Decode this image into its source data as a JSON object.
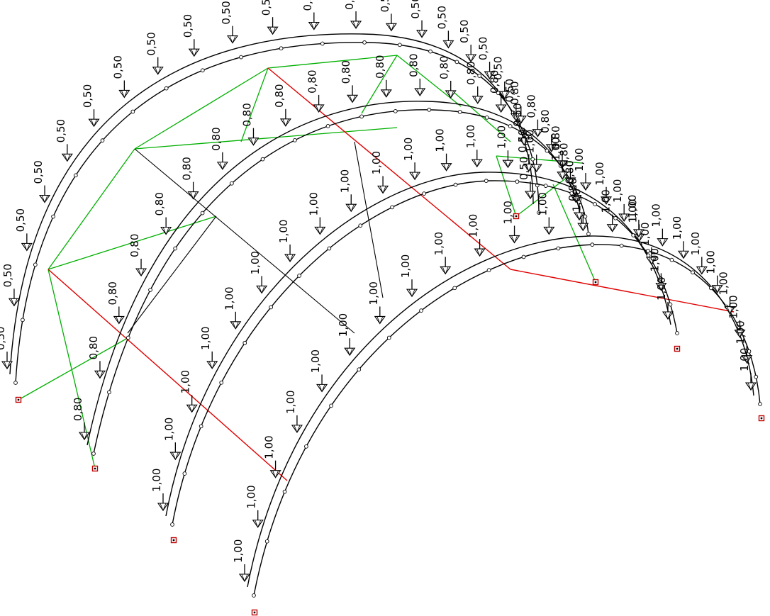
{
  "colors": {
    "background": "#ffffff",
    "arch": "#000000",
    "brace_green": "#00b000",
    "tie_red": "#e00000",
    "cross_black": "#000000",
    "support": "#c00000"
  },
  "icons": {
    "load_arrow": "downward-load-arrow-icon",
    "support": "pinned-support-icon"
  },
  "load_labels": {
    "arch_1": "0,50",
    "arch_2": "0,80",
    "arch_3": "1,00",
    "arch_4": "1,00"
  }
}
